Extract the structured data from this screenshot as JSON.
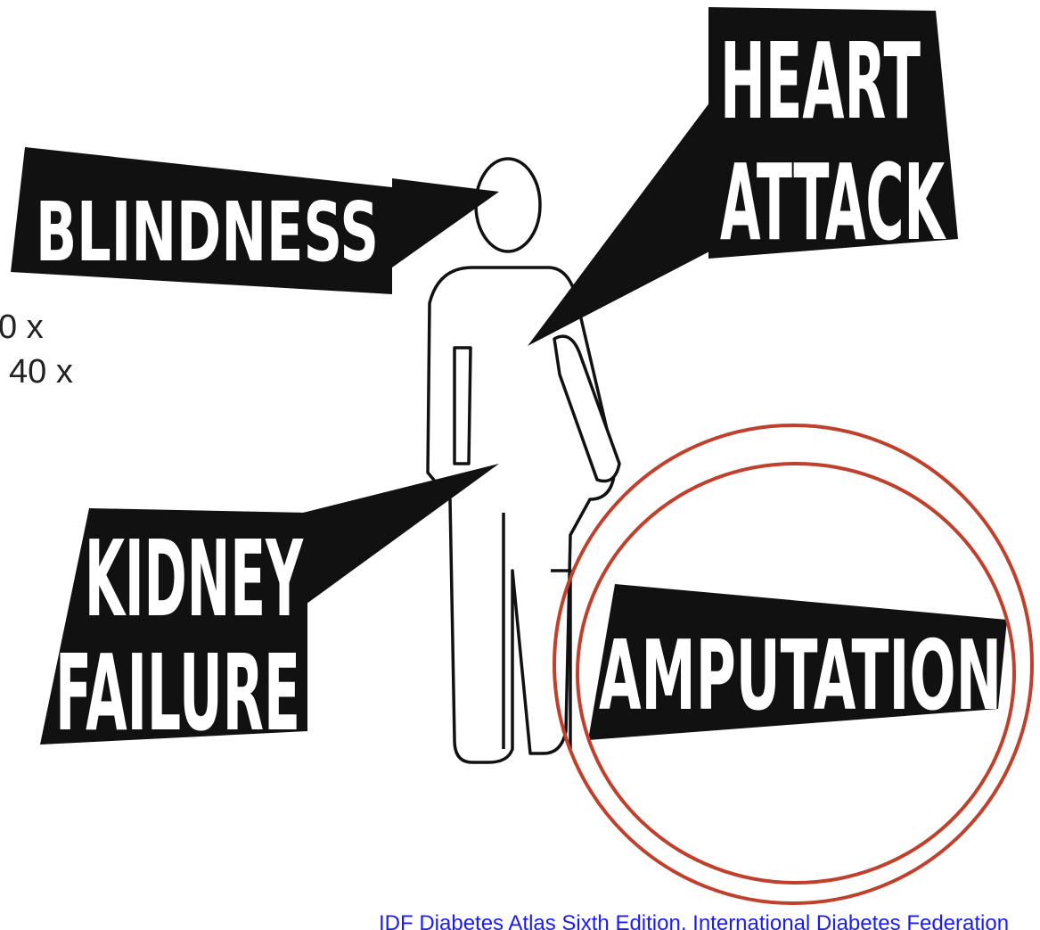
{
  "callouts": {
    "blindness": "BLINDNESS",
    "heart_attack_line1": "HEART",
    "heart_attack_line2": "ATTACK",
    "kidney_failure_line1": "KIDNEY",
    "kidney_failure_line2": "FAILURE",
    "amputation": "AMPUTATION"
  },
  "stats": {
    "line1": "0 x",
    "line2": "40 x"
  },
  "source": {
    "link_text": "IDF Diabetes Atlas Sixth Edition, International Diabetes Federation"
  },
  "colors": {
    "callout_fill": "#111111",
    "highlight_circle": "#c0402b",
    "link": "#1a1aff"
  }
}
